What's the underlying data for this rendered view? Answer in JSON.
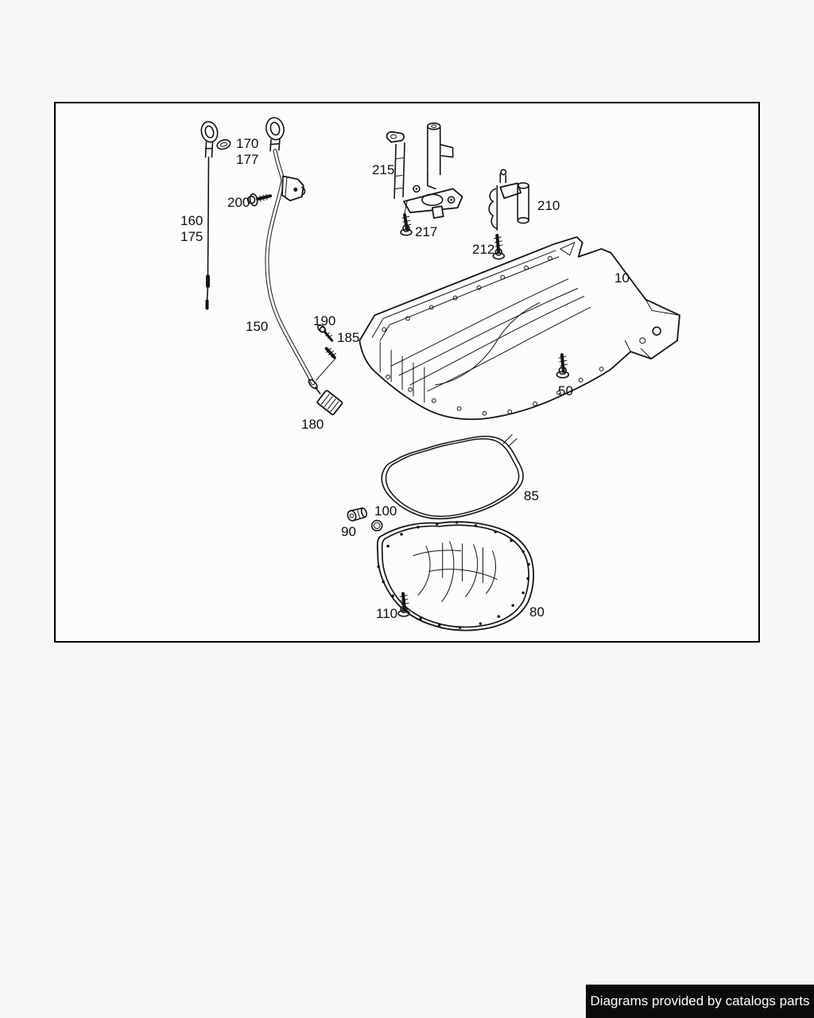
{
  "page": {
    "background": "#f7f7f7"
  },
  "diagram": {
    "line_color": "#141414",
    "labels": [
      {
        "text": "170"
      },
      {
        "text": "177"
      },
      {
        "text": "200"
      },
      {
        "text": "160"
      },
      {
        "text": "175"
      },
      {
        "text": "150"
      },
      {
        "text": "190"
      },
      {
        "text": "185"
      },
      {
        "text": "180"
      },
      {
        "text": "215"
      },
      {
        "text": "217"
      },
      {
        "text": "210"
      },
      {
        "text": "212"
      },
      {
        "text": "10"
      },
      {
        "text": "50"
      },
      {
        "text": "85"
      },
      {
        "text": "100"
      },
      {
        "text": "90"
      },
      {
        "text": "80"
      },
      {
        "text": "110"
      }
    ]
  },
  "footer": {
    "text": "Diagrams provided by catalogs parts",
    "background": "#0b0b0b",
    "text_color": "#ffffff"
  }
}
